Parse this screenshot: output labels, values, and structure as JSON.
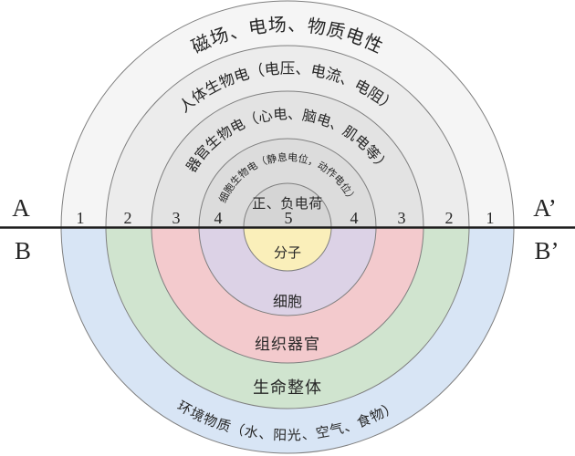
{
  "diagram_type": "concentric-hierarchy",
  "axis": {
    "left_top": "A",
    "left_bottom": "B",
    "right_top": "A’",
    "right_bottom": "B’"
  },
  "scale_numbers": [
    "1",
    "2",
    "3",
    "4",
    "5",
    "4",
    "3",
    "2",
    "1"
  ],
  "top_rings": [
    {
      "level": "1",
      "label": "磁场、电场、物质电性",
      "fill": "#f5f5f5"
    },
    {
      "level": "2",
      "label": "人体生物电（电压、电流、电阻）",
      "fill": "#ececec"
    },
    {
      "level": "3",
      "label": "器官生物电（心电、脑电、肌电等）",
      "fill": "#e3e3e3"
    },
    {
      "level": "4",
      "label": "细胞生物电（静息电位，动作电位）",
      "fill": "#dcdcdc"
    },
    {
      "level": "5",
      "label": "正、负电荷",
      "fill": "#d5d5d5"
    }
  ],
  "bottom_rings": [
    {
      "label": "环境物质（水、阳光、空气、食物）",
      "fill": "#d8e5f5"
    },
    {
      "label": "生命整体",
      "fill": "#d0e4cf"
    },
    {
      "label": "组织器官",
      "fill": "#f3cacd"
    },
    {
      "label": "细胞",
      "fill": "#dcd2e6"
    },
    {
      "label": "分子",
      "fill": "#faefba"
    }
  ],
  "colors": {
    "ring_stroke": "#7f7f7f",
    "axis_line": "#1c1c1c",
    "text": "#262626",
    "background": "#ffffff"
  }
}
